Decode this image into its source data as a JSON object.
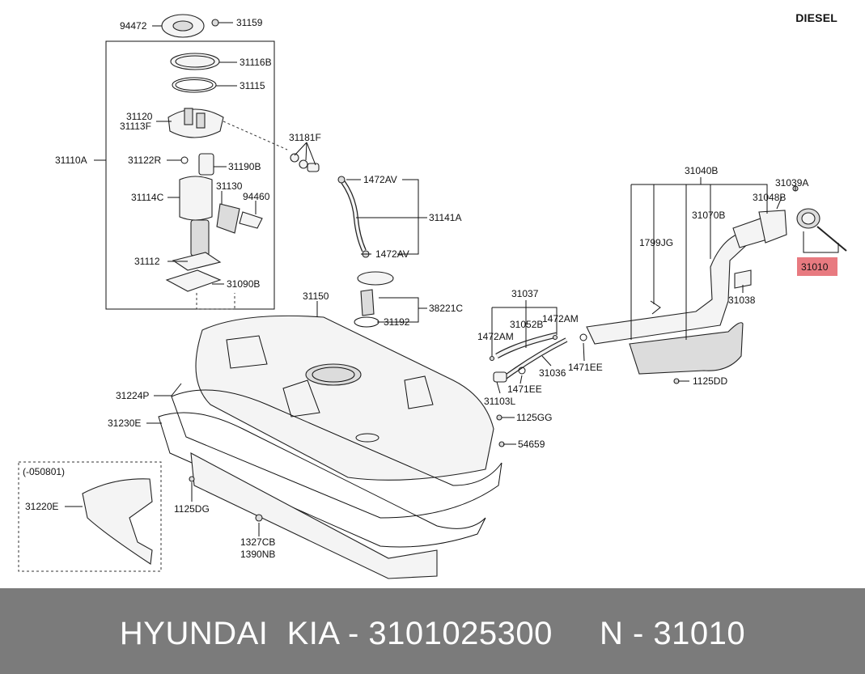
{
  "header": {
    "variant_label": "DIESEL"
  },
  "caption": {
    "text": "HYUNDAI  KIA - 3101025300     N - 31010"
  },
  "colors": {
    "highlight": "#e87a80",
    "caption_bg": "#7b7b7b",
    "caption_fg": "#ffffff"
  },
  "parts": [
    "94472",
    "31159",
    "31116B",
    "31115",
    "31120",
    "31113F",
    "31110A",
    "31122R",
    "31190B",
    "31114C",
    "31130",
    "94460",
    "31112",
    "31090B",
    "31181F",
    "1472AV",
    "31141A",
    "1472AV",
    "38221C",
    "31192",
    "31150",
    "31224P",
    "31230E",
    "(-050801)",
    "31220E",
    "1125DG",
    "1327CB",
    "1390NB",
    "31037",
    "1472AM",
    "31052B",
    "1472AM",
    "31036",
    "1471EE",
    "1471EE",
    "31103L",
    "1125GG",
    "54659",
    "31040B",
    "31039A",
    "31048B",
    "31070B",
    "1799JG",
    "31038",
    "1125DD",
    "31010"
  ],
  "highlighted_part": "31010"
}
